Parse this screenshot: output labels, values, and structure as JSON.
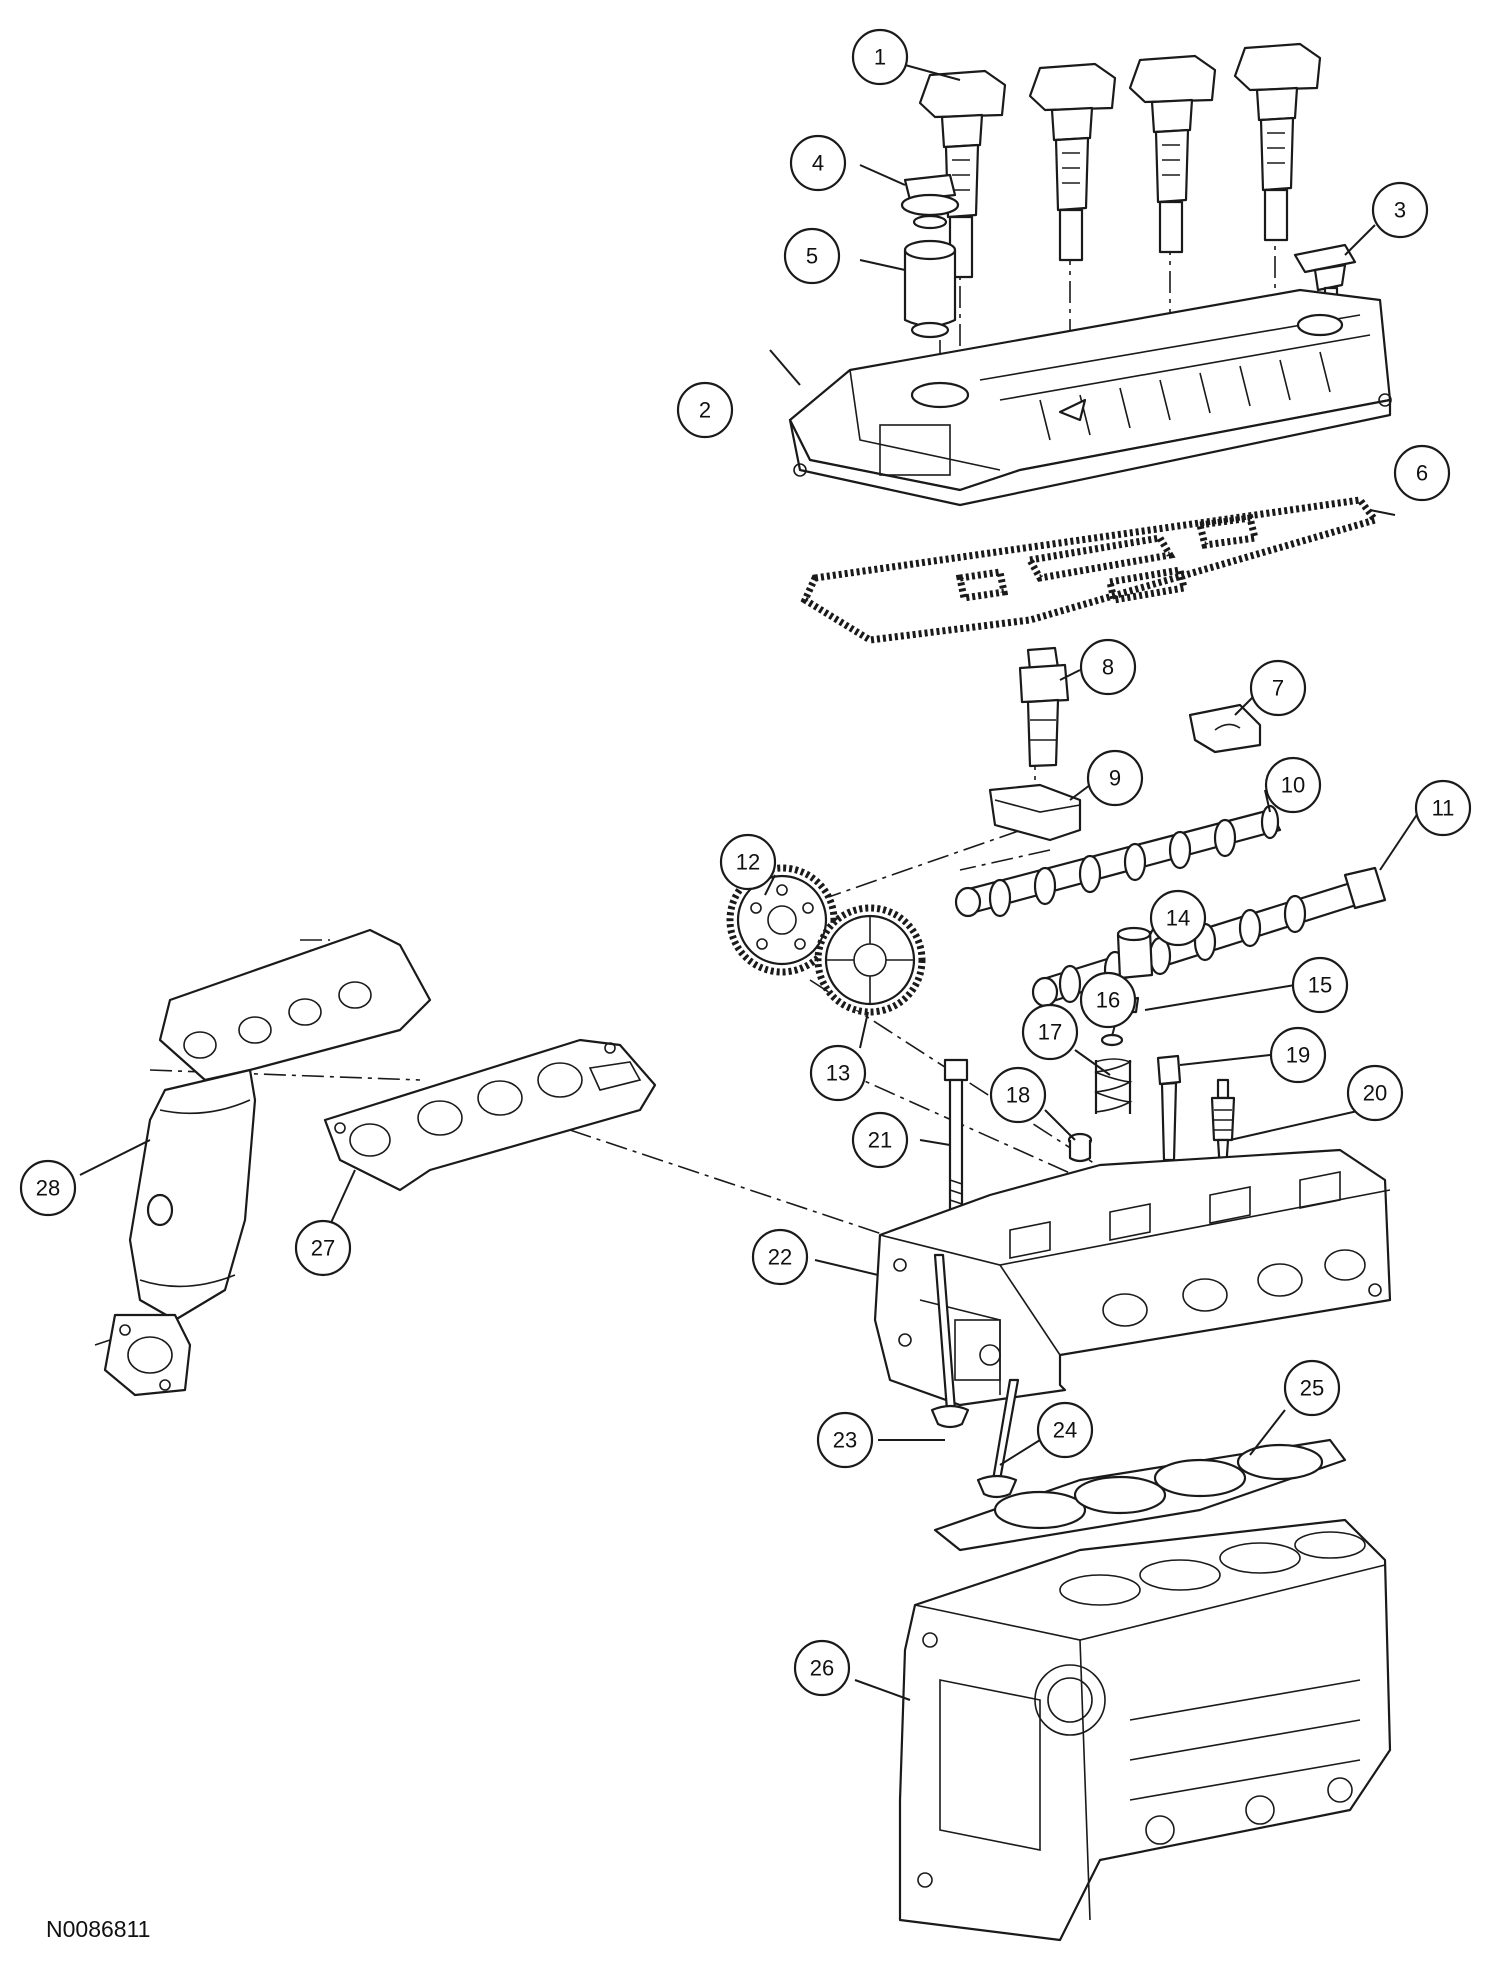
{
  "figure_id": "N0086811",
  "callouts": [
    "1",
    "2",
    "3",
    "4",
    "5",
    "6",
    "7",
    "8",
    "9",
    "10",
    "11",
    "12",
    "13",
    "14",
    "15",
    "16",
    "17",
    "18",
    "19",
    "20",
    "21",
    "22",
    "23",
    "24",
    "25",
    "26",
    "27",
    "28"
  ]
}
